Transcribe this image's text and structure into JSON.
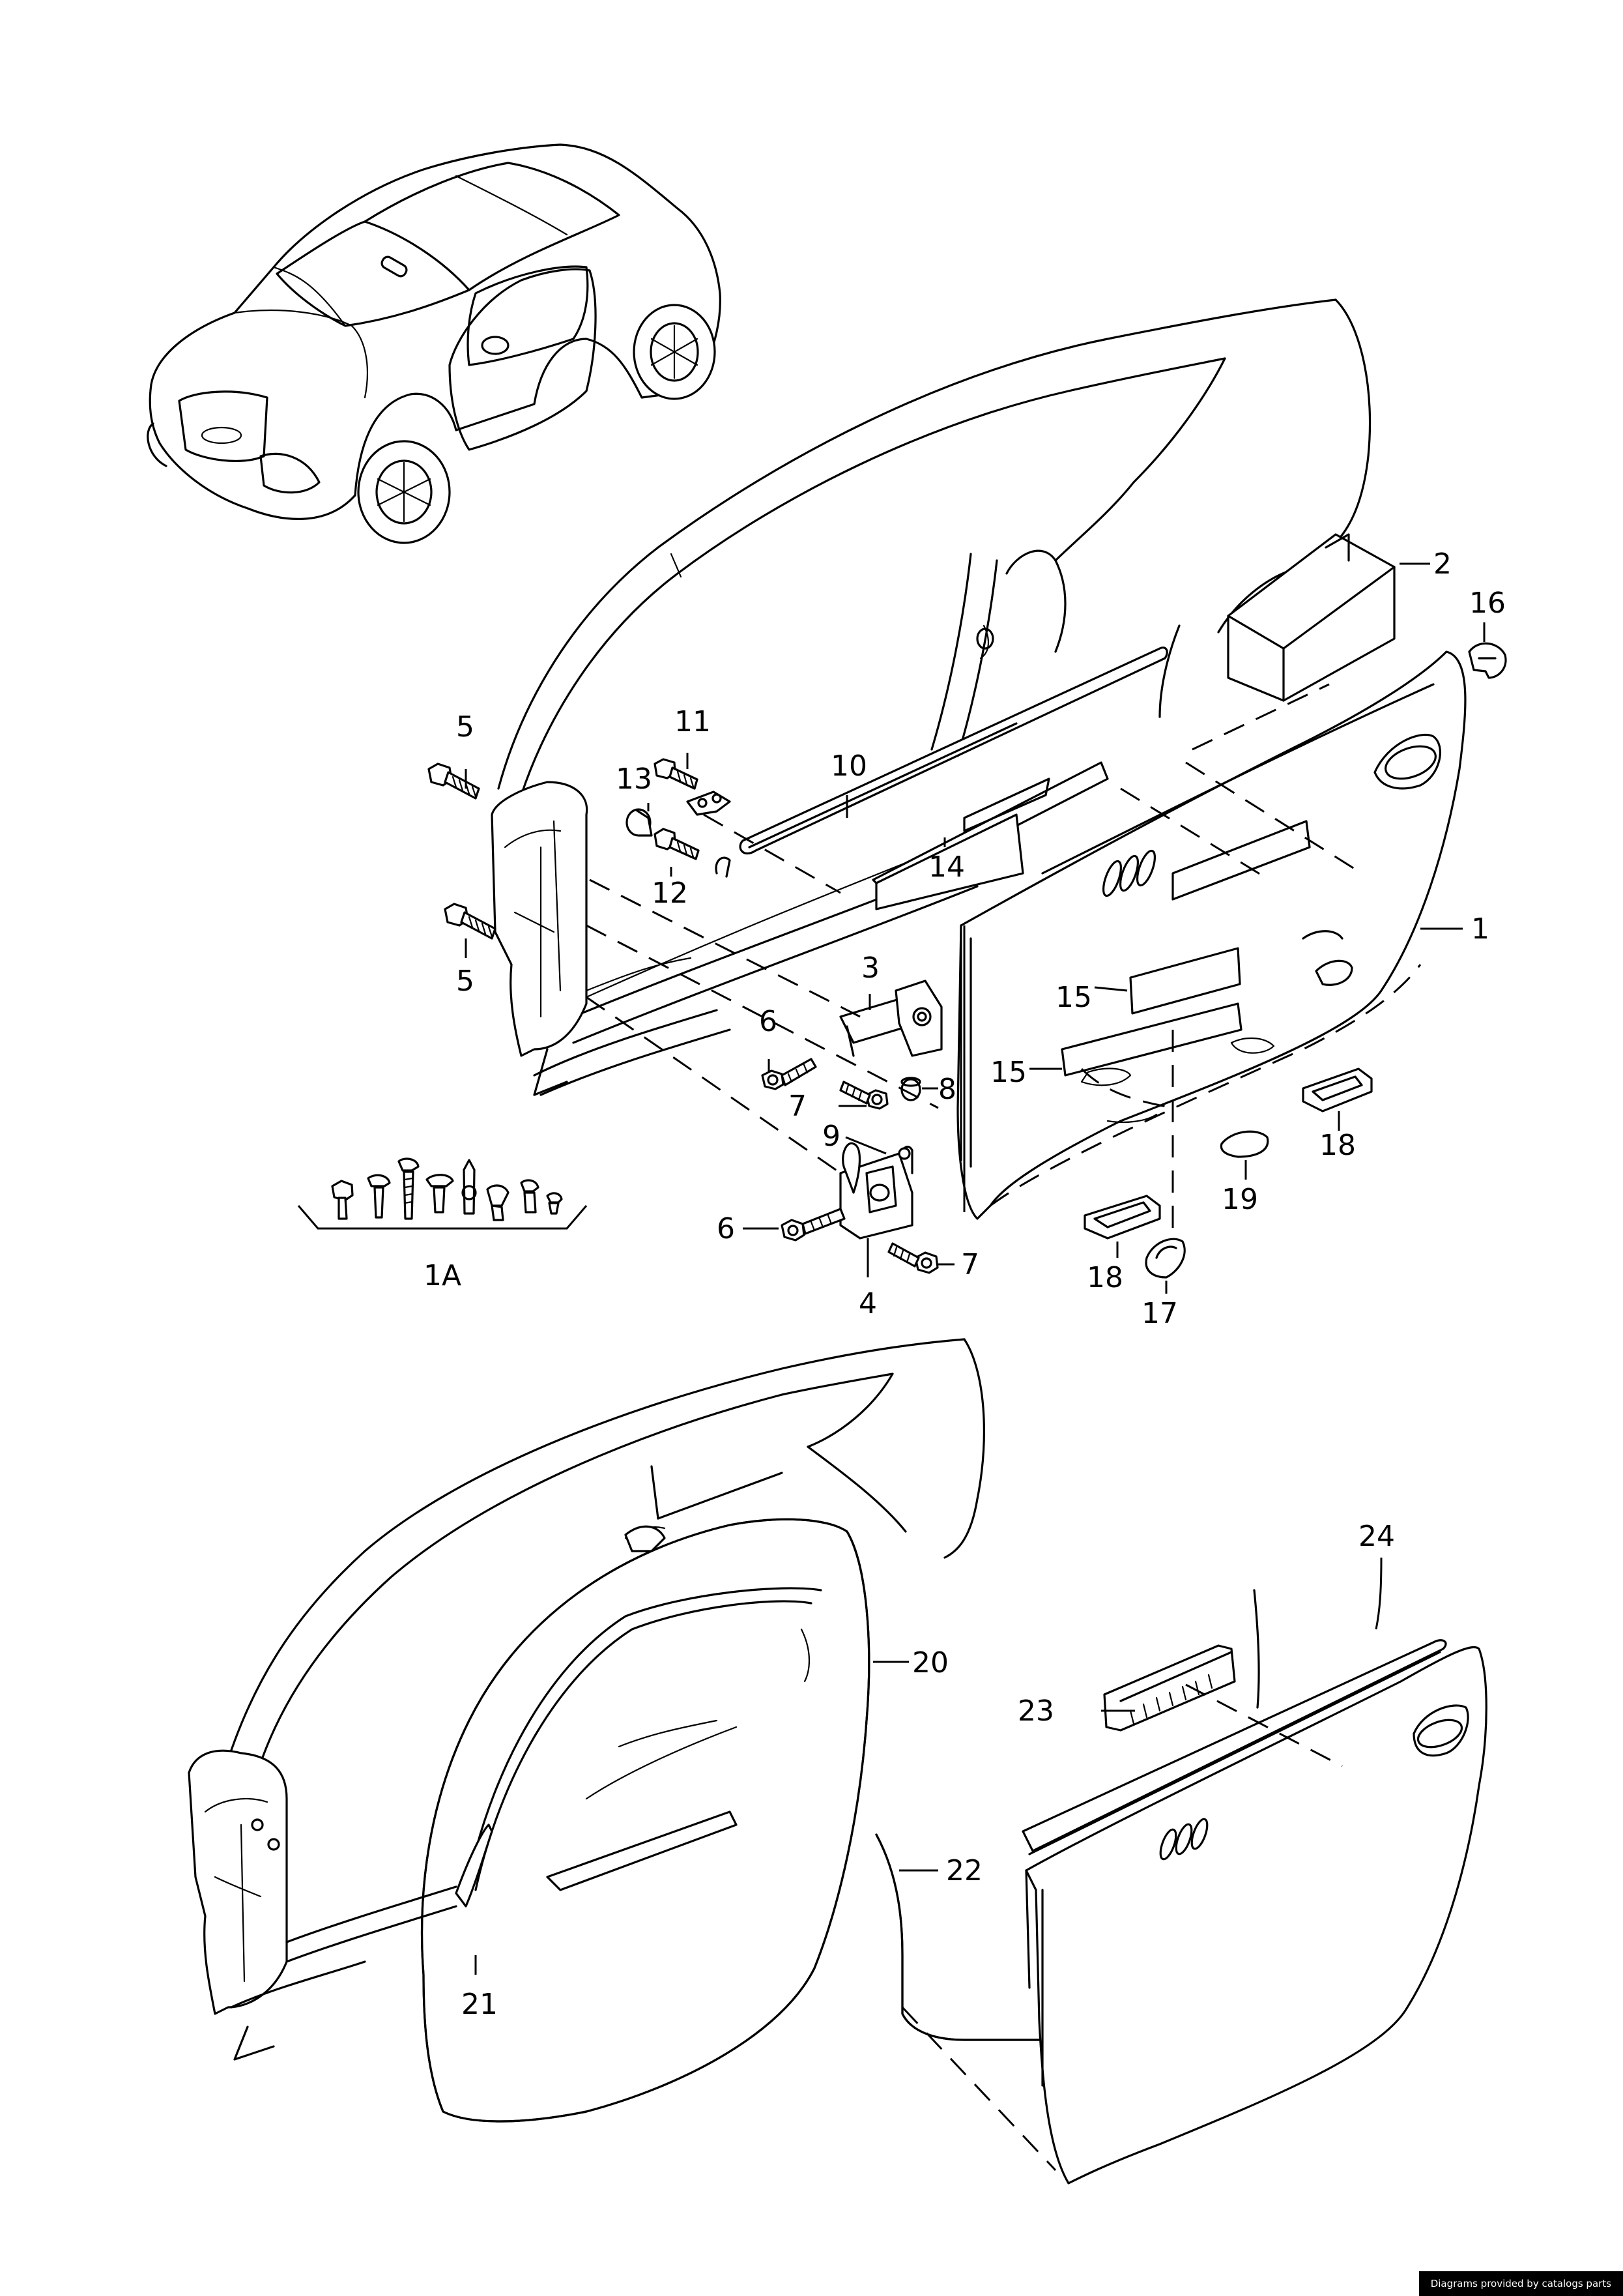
{
  "credit": "Diagrams provided by catalogs parts",
  "callouts": {
    "c1": "1",
    "c1a": "1A",
    "c2": "2",
    "c3": "3",
    "c4": "4",
    "c5a": "5",
    "c5b": "5",
    "c6a": "6",
    "c6b": "6",
    "c7a": "7",
    "c7b": "7",
    "c8": "8",
    "c9": "9",
    "c10": "10",
    "c11": "11",
    "c12": "12",
    "c13": "13",
    "c14": "14",
    "c15a": "15",
    "c15b": "15",
    "c16": "16",
    "c17": "17",
    "c18a": "18",
    "c18b": "18",
    "c19": "19",
    "c20": "20",
    "c21": "21",
    "c22": "22",
    "c23": "23",
    "c24": "24"
  }
}
